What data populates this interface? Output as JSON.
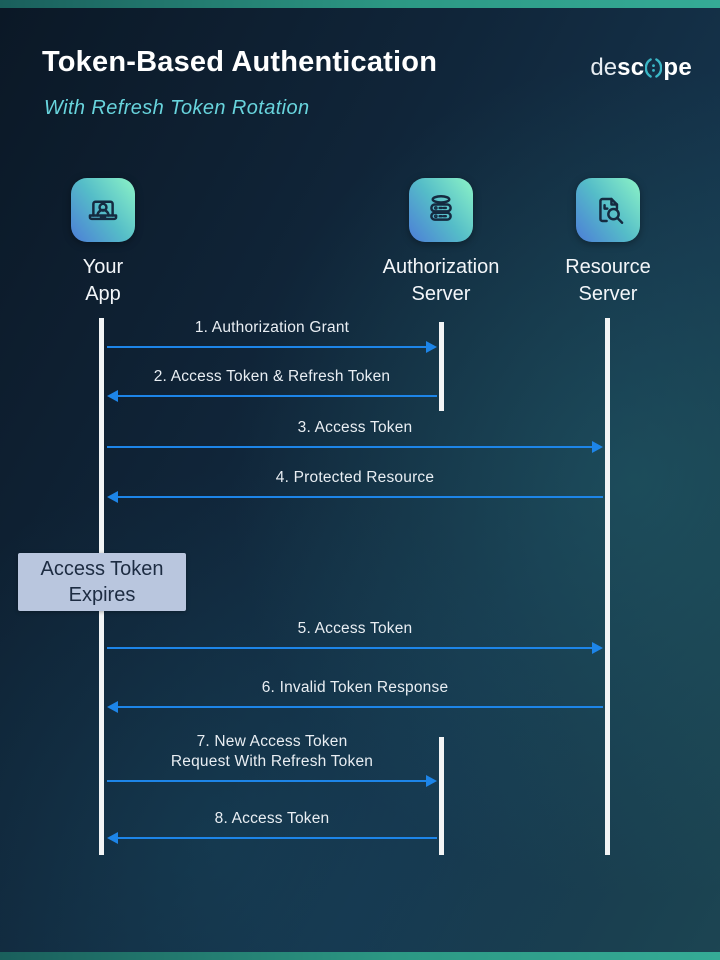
{
  "header": {
    "title": "Token-Based Authentication",
    "subtitle": "With Refresh Token Rotation"
  },
  "logo": {
    "de": "de",
    "sc": "sc",
    "pe": "pe",
    "o_icon": "descope-o-icon"
  },
  "actors": [
    {
      "id": "app",
      "label": "Your\nApp",
      "icon": "laptop-user-icon"
    },
    {
      "id": "auth",
      "label": "Authorization\nServer",
      "icon": "server-stack-icon"
    },
    {
      "id": "res",
      "label": "Resource\nServer",
      "icon": "document-search-icon"
    }
  ],
  "note": {
    "label": "Access Token\nExpires"
  },
  "messages": [
    {
      "label": "1. Authorization Grant",
      "from": "app",
      "to": "auth"
    },
    {
      "label": "2. Access Token & Refresh Token",
      "from": "auth",
      "to": "app"
    },
    {
      "label": "3. Access Token",
      "from": "app",
      "to": "res"
    },
    {
      "label": "4. Protected Resource",
      "from": "res",
      "to": "app"
    },
    {
      "label": "5. Access Token",
      "from": "app",
      "to": "res"
    },
    {
      "label": "6. Invalid Token Response",
      "from": "res",
      "to": "app"
    },
    {
      "label": "7. New Access Token\nRequest With Refresh Token",
      "from": "app",
      "to": "auth"
    },
    {
      "label": "8. Access Token",
      "from": "auth",
      "to": "app"
    }
  ],
  "colors": {
    "arrow": "#1d85e8",
    "subtitle": "#68d4dd",
    "note_bg": "#b9c6de",
    "note_text": "#1d2c42",
    "lifeline": "#f2f4f5",
    "tile_gradient_start": "#4d82d6",
    "tile_gradient_mid": "#55bdc8",
    "tile_gradient_end": "#88efc7",
    "icon_stroke": "#152a40",
    "logo_o": "#3ab7c6",
    "accent_bar": "#2c9884"
  }
}
